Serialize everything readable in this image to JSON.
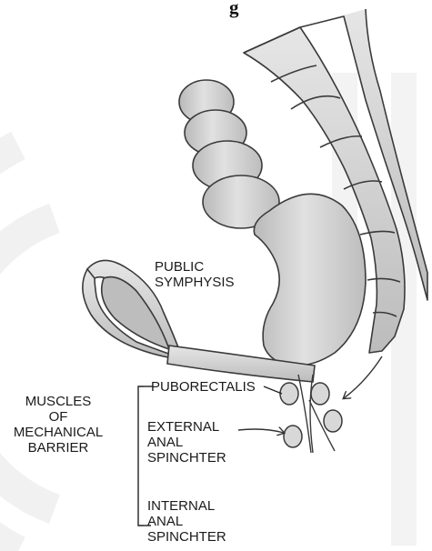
{
  "caption_fragment": "g",
  "labels": {
    "pubic_symphysis": [
      "PUBLIC",
      "SYMPHYSIS"
    ],
    "muscles_title": [
      "MUSCLES",
      "OF",
      "MECHANICAL",
      "BARRIER"
    ],
    "puborectalis": [
      "PUBORECTALIS"
    ],
    "external_sphincter": [
      "EXTERNAL",
      "ANAL",
      "SPINCHTER"
    ],
    "internal_sphincter": [
      "INTERNAL",
      "ANAL",
      "SPINCHTER"
    ]
  },
  "colors": {
    "organ_fill": "#cfcfcf",
    "outline": "#3a3a3a",
    "watermark": "#f0f0f0"
  }
}
